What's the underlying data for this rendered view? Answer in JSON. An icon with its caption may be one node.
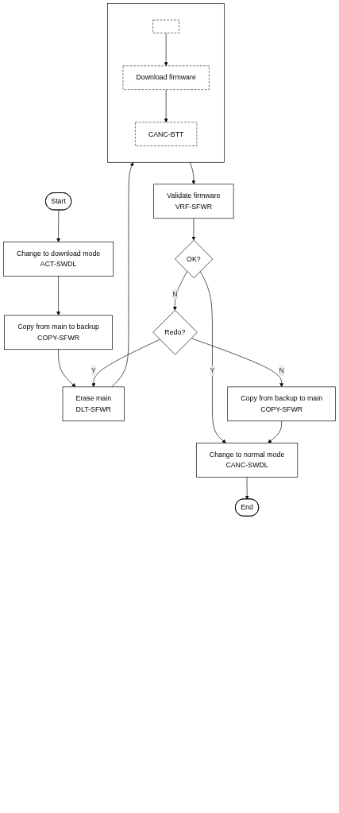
{
  "diagram": {
    "nodes": [
      {
        "text": [
          "Start"
        ]
      },
      {
        "text": [
          "Change to download mode",
          "ACT-SWDL"
        ]
      },
      {
        "text": [
          "Copy from main to backup",
          "COPY-SFWR"
        ]
      },
      {
        "text": [
          "Erase main",
          "DLT-SFWR"
        ]
      },
      {
        "text": [],
        "shape": "box"
      },
      {
        "text": [],
        "shape": "box",
        "in": 4
      },
      {
        "text": [
          "Download firmware"
        ],
        "in": 4
      },
      {
        "text": [
          "CANC-BTT"
        ],
        "in": 4
      },
      {
        "text": [
          "Validate firmware",
          "VRF-SFWR"
        ]
      },
      {
        "text": [
          "OK?"
        ]
      },
      {
        "text": [
          "Redo?"
        ]
      },
      {
        "text": [
          "Copy from backup to main",
          "COPY-SFWR"
        ]
      },
      {
        "text": [
          "Change to normal mode",
          "CANC-SWDL"
        ]
      },
      {
        "text": [
          "End"
        ]
      }
    ],
    "edges": [
      {
        "from": 0,
        "to": 1,
        "arrow": "to"
      },
      {
        "from": 1,
        "to": 2,
        "arrow": "to"
      },
      {
        "from": 2,
        "to": 3,
        "arrow": "to"
      },
      {
        "from": 3,
        "to": 4,
        "arrow": "to"
      },
      {
        "from": 5,
        "to": 6,
        "arrow": "to"
      },
      {
        "from": 6,
        "to": 7,
        "arrow": "to"
      },
      {
        "from": 4,
        "to": 8,
        "arrow": "to"
      },
      {
        "from": 8,
        "to": 9,
        "arrow": "to"
      },
      {
        "from": 9,
        "to": 10,
        "arrow": "to",
        "label": "N"
      },
      {
        "from": 9,
        "to": 12,
        "arrow": "to",
        "label": "Y"
      },
      {
        "from": 10,
        "to": 3,
        "arrow": "to",
        "label": "Y"
      },
      {
        "from": 10,
        "to": 11,
        "arrow": "to",
        "label": "N"
      },
      {
        "from": 11,
        "to": 12,
        "arrow": "to"
      },
      {
        "from": 12,
        "to": 13,
        "arrow": "to"
      }
    ]
  }
}
